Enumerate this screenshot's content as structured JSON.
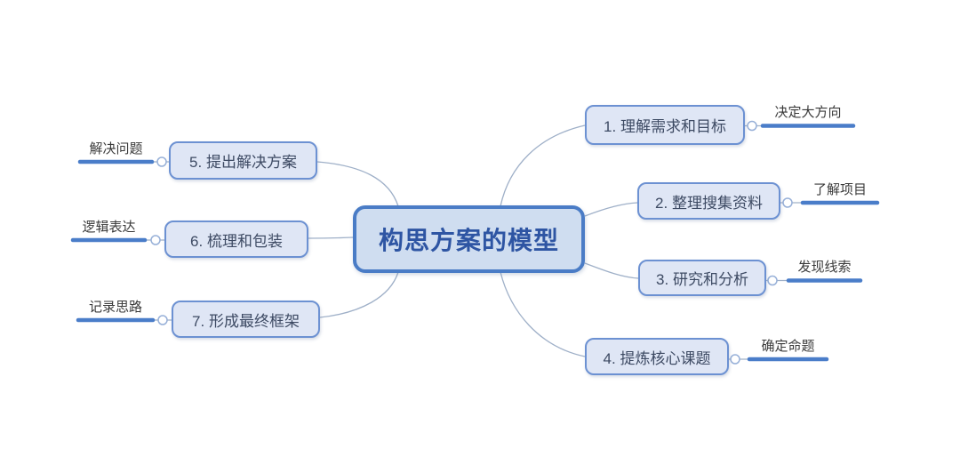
{
  "central": {
    "label": "构思方案的模型"
  },
  "branches": [
    {
      "label": "1. 理解需求和目标",
      "callout": "决定大方向",
      "side": "right"
    },
    {
      "label": "2. 整理搜集资料",
      "callout": "了解项目",
      "side": "right"
    },
    {
      "label": "3. 研究和分析",
      "callout": "发现线索",
      "side": "right"
    },
    {
      "label": "4. 提炼核心课题",
      "callout": "确定命题",
      "side": "right"
    },
    {
      "label": "5. 提出解决方案",
      "callout": "解决问题",
      "side": "left"
    },
    {
      "label": "6. 梳理和包装",
      "callout": "逻辑表达",
      "side": "left"
    },
    {
      "label": "7. 形成最终框架",
      "callout": "记录思路",
      "side": "left"
    }
  ],
  "colors": {
    "center_fill": "#cfddf0",
    "center_border": "#4a7cc6",
    "center_text": "#2e55a3",
    "branch_fill": "#dfe6f5",
    "branch_border": "#6c91d2",
    "branch_text": "#3d4a63",
    "callout_text": "#3a3a3a",
    "callout_line": "#4a7dc9",
    "curve": "#9fb0c8",
    "handle_stroke": "#97b0d8"
  }
}
